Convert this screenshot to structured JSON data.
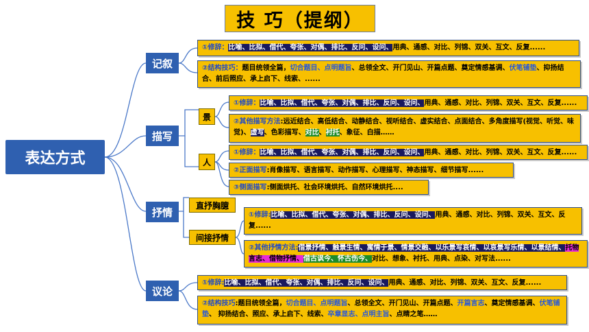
{
  "title": "技  巧（提纲）",
  "root": "表达方式",
  "branches": {
    "narrative": {
      "label": "记叙",
      "rhetoric": {
        "prefix": "①修辞：",
        "highlight": "比喻、比拟、借代、夸张、对偶、排比、反问、设问、",
        "rest": "用典、通感、对比、列锦、双关、互文、反复......"
      },
      "structure": {
        "prefix": "②结构技巧：",
        "t1": "题目统领全篇，",
        "b1": "切合题目、点明题旨",
        "t2": "、总领全文、开门见山、开篇点题、奠定情感基调、",
        "b2": "伏笔铺垫",
        "t3": "、抑扬结合、前后照应、承上启下、线索、......"
      }
    },
    "description": {
      "label": "描写",
      "scene": {
        "label": "景",
        "rhetoric": {
          "prefix": "①修辞：",
          "highlight": "比喻、比拟、借代、夸张、对偶、排比、反问、设问、",
          "rest": "用典、通感、对比、列锦、双关、互文、反复......"
        },
        "other": {
          "prefix": "②其他描写方法",
          "t1": ":远近结合、高低结合、动静结合、视听结合、虚实结合、点面结合、多角度描写(视觉、听觉、味觉)、",
          "h1": "虚写",
          "t2": "、色彩描写、",
          "h2": "对比",
          "t3": "、",
          "h3": "衬托",
          "t4": "、象征、白描……"
        }
      },
      "person": {
        "label": "人",
        "rhetoric": {
          "prefix": "①修辞：",
          "highlight": "比喻、比拟、借代、夸张、对偶、排比、反问、设问、",
          "rest": "用典、通感、对比、列锦、双关、互文、反复......"
        },
        "direct": {
          "prefix": "②正面描写",
          "text": ":肖像描写、语言描写、动作描写、心理描写、神态描写、细节描写......"
        },
        "indirect": {
          "prefix": "③侧面描写",
          "text": ":侧面烘托、社会环境烘托、自然环境烘托...."
        }
      }
    },
    "lyric": {
      "label": "抒情",
      "direct": {
        "label": "直抒胸臆"
      },
      "indirect": {
        "label": "间接抒情",
        "rhetoric": {
          "prefix": "①修辞:",
          "highlight": "比喻、比拟、借代、夸张、对偶、排比、反问、设问、",
          "rest": "用典、通感、对比、列锦、双关、互文、反复......"
        },
        "other": {
          "prefix": "②其他抒情方法:",
          "h1": "借景抒情、触景生情、寓情于景、情景交融、以乐景写哀情、以哀景写乐情、以景结情、",
          "m1": "托物言志、借物抒情、",
          "g1": "借古讽今、怀古伤今、",
          "rest": "对比、想象、衬托、用典、点染、对写法......"
        }
      }
    },
    "argument": {
      "label": "议论",
      "rhetoric": {
        "prefix": "①修辞:",
        "highlight": "比喻、比拟、借代、夸张、对偶、排比、反问、设问、",
        "rest": "用典、通感、对比、列锦、双关、互文、反复......"
      },
      "structure": {
        "prefix": "②结构技巧",
        "t1": ":题目统领全篇，",
        "b1": "切合题目、点明题旨",
        "t2": "、总领全文、开门见山、开篇点题、",
        "b2": "开篇言志",
        "t3": "、奠定情感基调、",
        "b3": "伏笔铺垫",
        "t4": "、 抑扬结合、照应、承上启下、线索、",
        "b4": "卒章显志、点明主旨",
        "t5": "、点睛之笔……"
      }
    }
  }
}
